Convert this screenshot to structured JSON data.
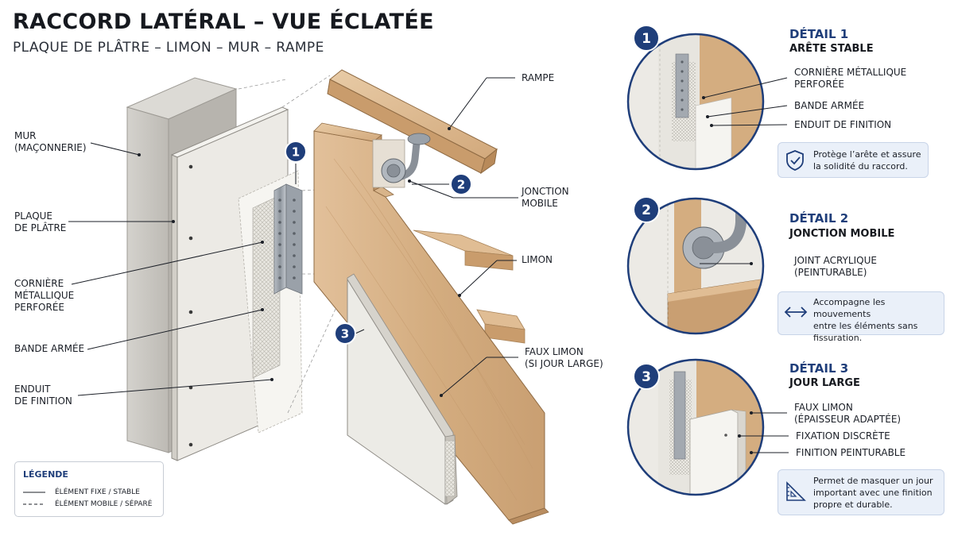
{
  "header": {
    "title": "RACCORD LATÉRAL – VUE ÉCLATÉE",
    "subtitle": "PLAQUE DE PLÂTRE – LIMON – MUR – RAMPE"
  },
  "main_labels": {
    "mur": "MUR\n(MAÇONNERIE)",
    "plaque": "PLAQUE\nDE PLÂTRE",
    "corniere": "CORNIÈRE\nMÉTALLIQUE\nPERFORÉE",
    "bande": "BANDE ARMÉE",
    "enduit": "ENDUIT\nDE FINITION",
    "rampe": "RAMPE",
    "jonction": "JONCTION\nMOBILE",
    "limon": "LIMON",
    "faux_limon": "FAUX LIMON\n(SI JOUR LARGE)"
  },
  "badges": [
    "1",
    "2",
    "3"
  ],
  "legend": {
    "title": "LÉGENDE",
    "fixed": "ÉLÉMENT FIXE / STABLE",
    "mobile": "ÉLÉMENT MOBILE / SÉPARÉ"
  },
  "details": [
    {
      "number": "1",
      "title": "DÉTAIL 1",
      "subtitle": "ARÊTE STABLE",
      "labels": [
        "CORNIÈRE MÉTALLIQUE\nPERFORÉE",
        "BANDE ARMÉE",
        "ENDUIT DE FINITION"
      ],
      "icon": "shield-check-icon",
      "note": "Protège l’arête et assure\nla solidité du raccord."
    },
    {
      "number": "2",
      "title": "DÉTAIL 2",
      "subtitle": "JONCTION MOBILE",
      "labels": [
        "JOINT ACRYLIQUE\n(PEINTURABLE)"
      ],
      "icon": "double-arrow-icon",
      "note": "Accompagne les mouvements\nentre les éléments sans\nfissuration."
    },
    {
      "number": "3",
      "title": "DÉTAIL 3",
      "subtitle": "JOUR LARGE",
      "labels": [
        "FAUX LIMON\n(ÉPAISSEUR ADAPTÉE)",
        "FIXATION DISCRÈTE",
        "FINITION PEINTURABLE"
      ],
      "icon": "ruler-icon",
      "note": "Permet de masquer un jour\nimportant avec une finition\npropre et durable."
    }
  ],
  "colors": {
    "navy": "#1f3e7a",
    "wood": "#d9b48a",
    "concrete": "#c9c7c2",
    "plaster": "#ecebe6",
    "metal": "#a3a9b0"
  }
}
